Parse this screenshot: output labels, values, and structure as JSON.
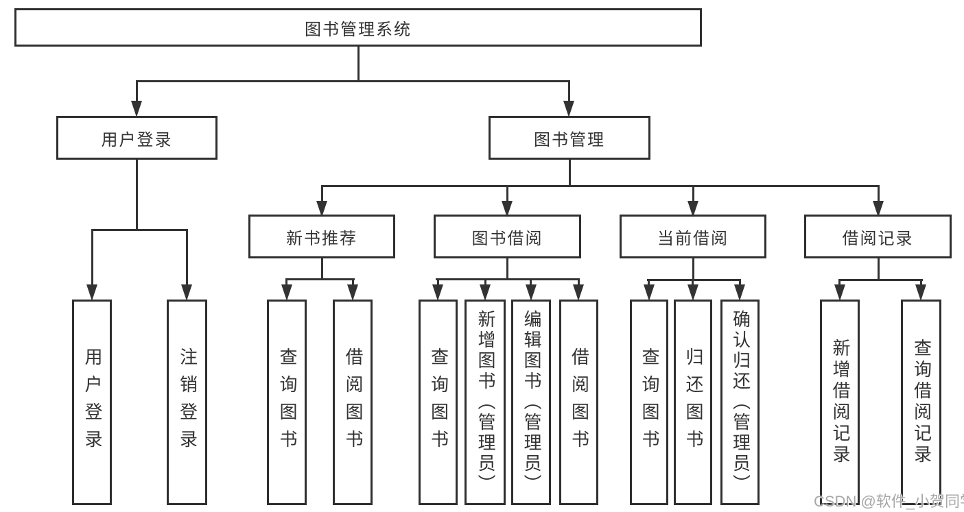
{
  "diagram": {
    "root": {
      "label": "图书管理系统"
    },
    "level2": {
      "user_login": {
        "label": "用户登录"
      },
      "book_mgmt": {
        "label": "图书管理"
      }
    },
    "level3": {
      "new_books": {
        "label": "新书推荐"
      },
      "book_borrow": {
        "label": "图书借阅"
      },
      "current_borrow": {
        "label": "当前借阅"
      },
      "borrow_records": {
        "label": "借阅记录"
      }
    },
    "leaves": {
      "user_login": [
        {
          "label": "用户登录"
        },
        {
          "label": "注销登录"
        }
      ],
      "new_books": [
        {
          "label": "查询图书"
        },
        {
          "label": "借阅图书"
        }
      ],
      "book_borrow": [
        {
          "label": "查询图书"
        },
        {
          "label": "新增图书（管理员）"
        },
        {
          "label": "编辑图书（管理员）"
        },
        {
          "label": "借阅图书"
        }
      ],
      "current_borrow": [
        {
          "label": "查询图书"
        },
        {
          "label": "归还图书"
        },
        {
          "label": "确认归还（管理员）"
        }
      ],
      "borrow_records": [
        {
          "label": "新增借阅记录"
        },
        {
          "label": "查询借阅记录"
        }
      ]
    }
  },
  "watermark": {
    "text": "CSDN @软件_小贺同学"
  },
  "colors": {
    "line": "#333333",
    "text": "#333333",
    "box_border": "#2f2f2f",
    "box_background": "#ffffff",
    "page_background": "#ffffff",
    "watermark": "#a8a8a8"
  }
}
